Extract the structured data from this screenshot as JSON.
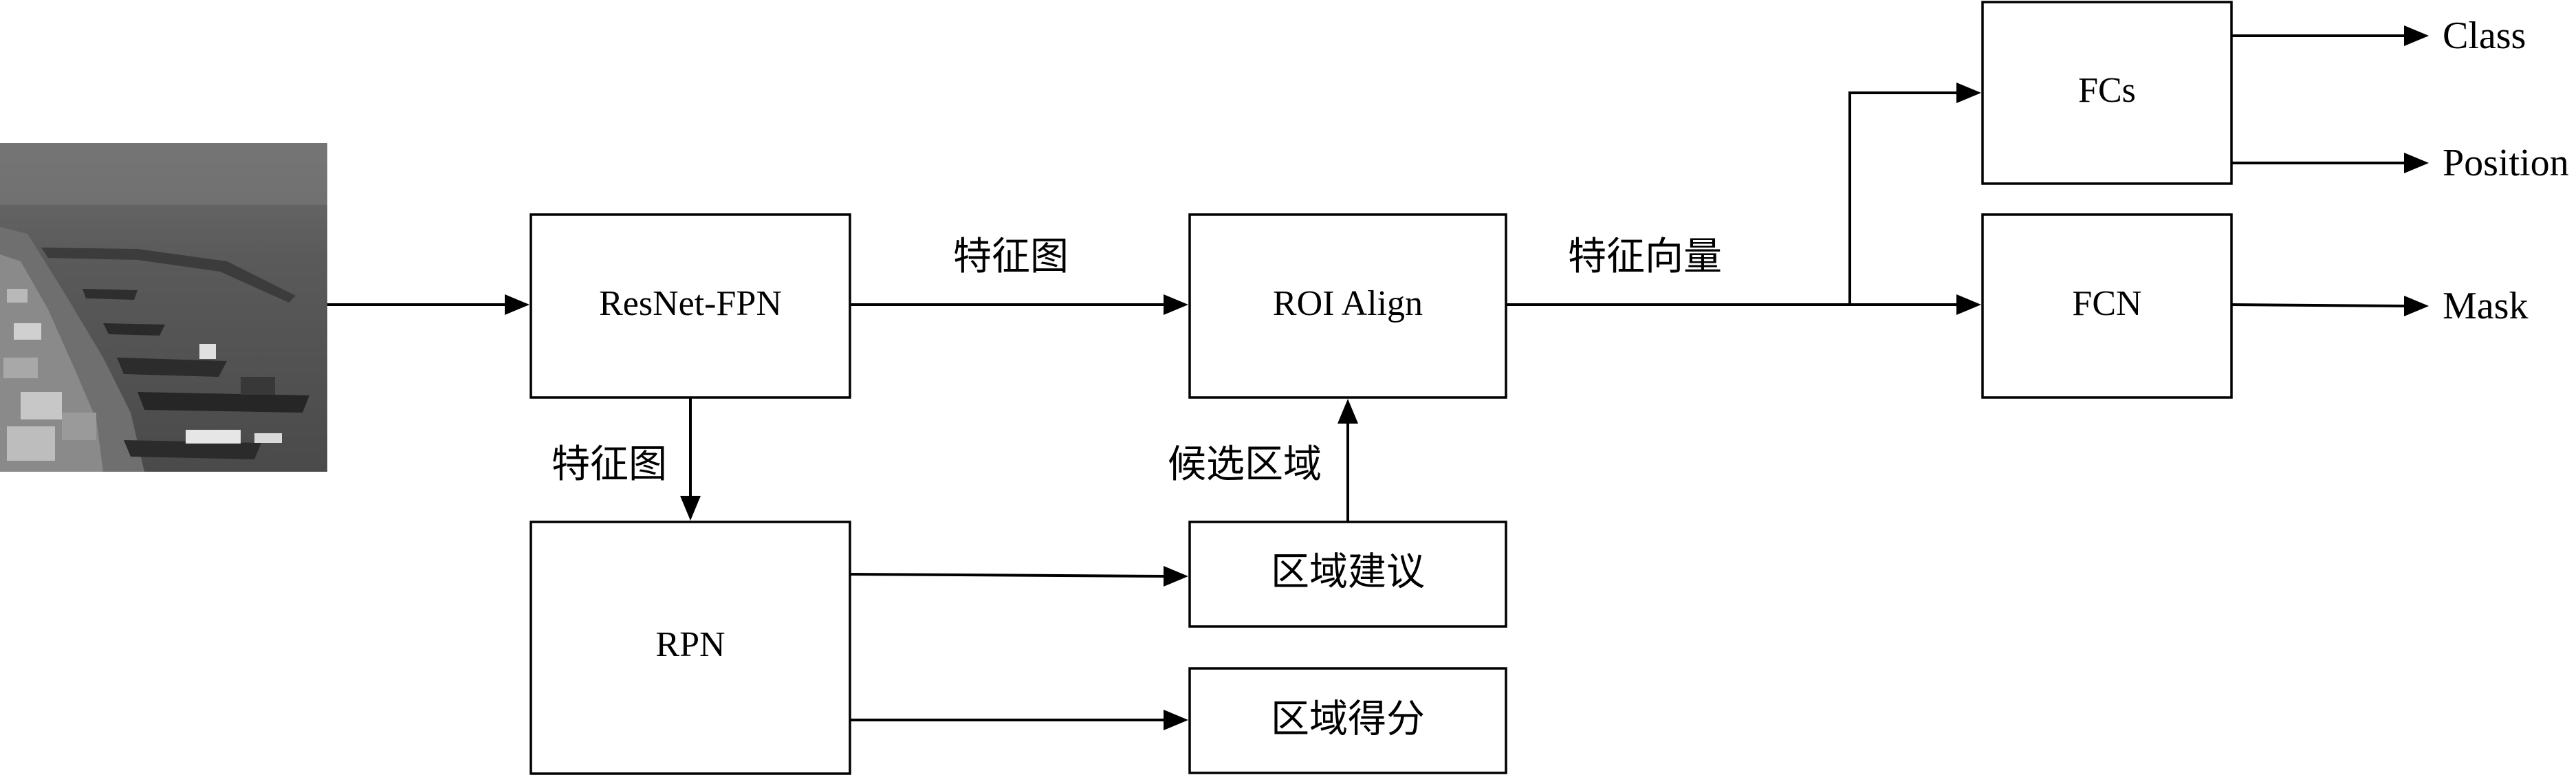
{
  "input_image": {
    "description_icon": "harbor-ships-photo"
  },
  "nodes": {
    "resnet_fpn": "ResNet-FPN",
    "rpn": "RPN",
    "roi_align": "ROI Align",
    "region_proposal": "区域建议",
    "region_score": "区域得分",
    "fcs": "FCs",
    "fcn": "FCN"
  },
  "edge_labels": {
    "feature_map_top": "特征图",
    "feature_map_down": "特征图",
    "candidate_regions": "候选区域",
    "feature_vector": "特征向量"
  },
  "outputs": {
    "class": "Class",
    "position": "Position",
    "mask": "Mask"
  }
}
